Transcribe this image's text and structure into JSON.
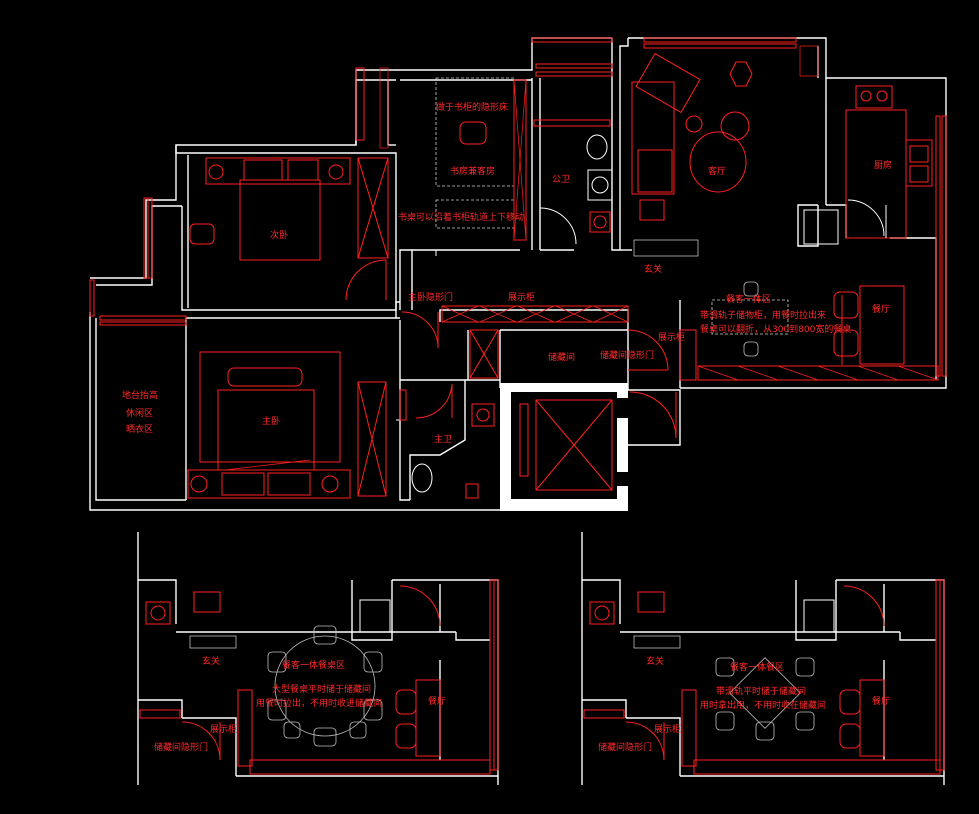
{
  "labels": {
    "bedroom2": "次卧",
    "master": "主卧",
    "bay1": "地台抬高",
    "bay2": "休闲区",
    "bay3": "晒衣区",
    "study1": "做于书柜的隐形床",
    "study2": "书房兼客房",
    "study3": "书桌可以沿着书柜轨道上下移动",
    "pubbath": "公卫",
    "living": "客厅",
    "kitchen": "厨房",
    "entry": "玄关",
    "masterdoor": "主卧隐形门",
    "display": "展示柜",
    "dining": "餐厅",
    "storage": "储藏间",
    "storagedoor": "储藏间隐形门",
    "mainbath": "主卫",
    "dining_title": "餐客一体区",
    "dining_note1": "带滑轨子储物柜，用餐时拉出来",
    "dining_note2": "餐桌可以翻折，从300到800宽的餐桌",
    "v1_title": "餐客一体餐桌区",
    "v1_note1": "大型餐桌平时储于储藏间",
    "v1_note2": "用餐时拉出，不用时收进储藏间",
    "v2_title": "餐客一体餐区",
    "v2_note1": "带滑轨平时储于储藏间",
    "v2_note2": "用时拿出用，不用时收在储藏间"
  },
  "colors": {
    "wall": "#ffffff",
    "furniture": "#ff2020",
    "background": "#000000"
  }
}
